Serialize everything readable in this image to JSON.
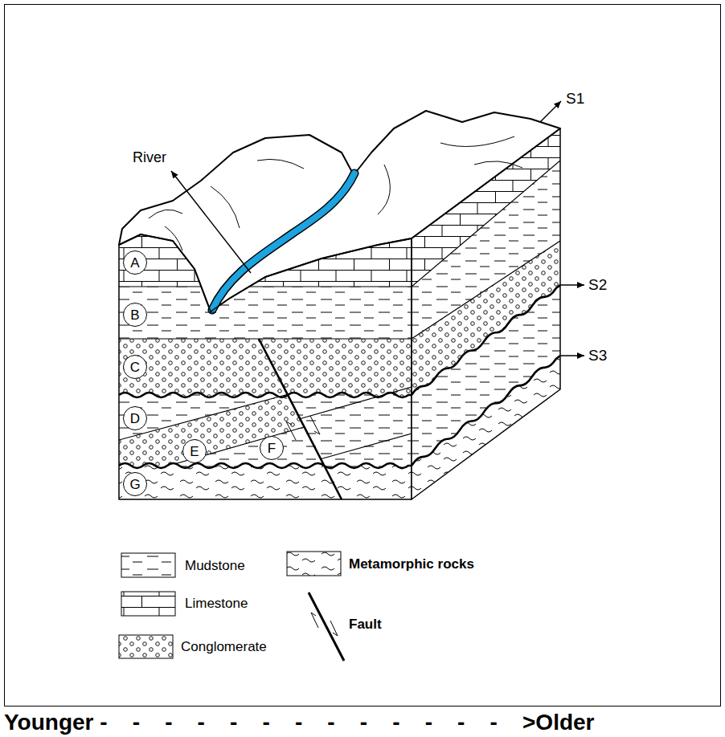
{
  "diagram": {
    "nodes": [
      {
        "text": [
          "A"
        ]
      },
      {
        "text": [
          "B"
        ]
      },
      {
        "text": [
          "C"
        ]
      },
      {
        "text": [
          "D"
        ]
      },
      {
        "text": [
          "E"
        ]
      },
      {
        "text": [
          "F"
        ]
      },
      {
        "text": [
          "G"
        ]
      }
    ],
    "labels": [
      "River",
      "S1",
      "S2",
      "S3",
      "Younger -    -    -    -    -    -    -    -    -    -    -    -    -    >Older"
    ],
    "legend": [
      {
        "text": "Mudstone"
      },
      {
        "text": "Limestone"
      },
      {
        "text": "Conglomerate"
      },
      {
        "text": "Metamorphic rocks"
      },
      {
        "text": "Fault"
      }
    ]
  }
}
